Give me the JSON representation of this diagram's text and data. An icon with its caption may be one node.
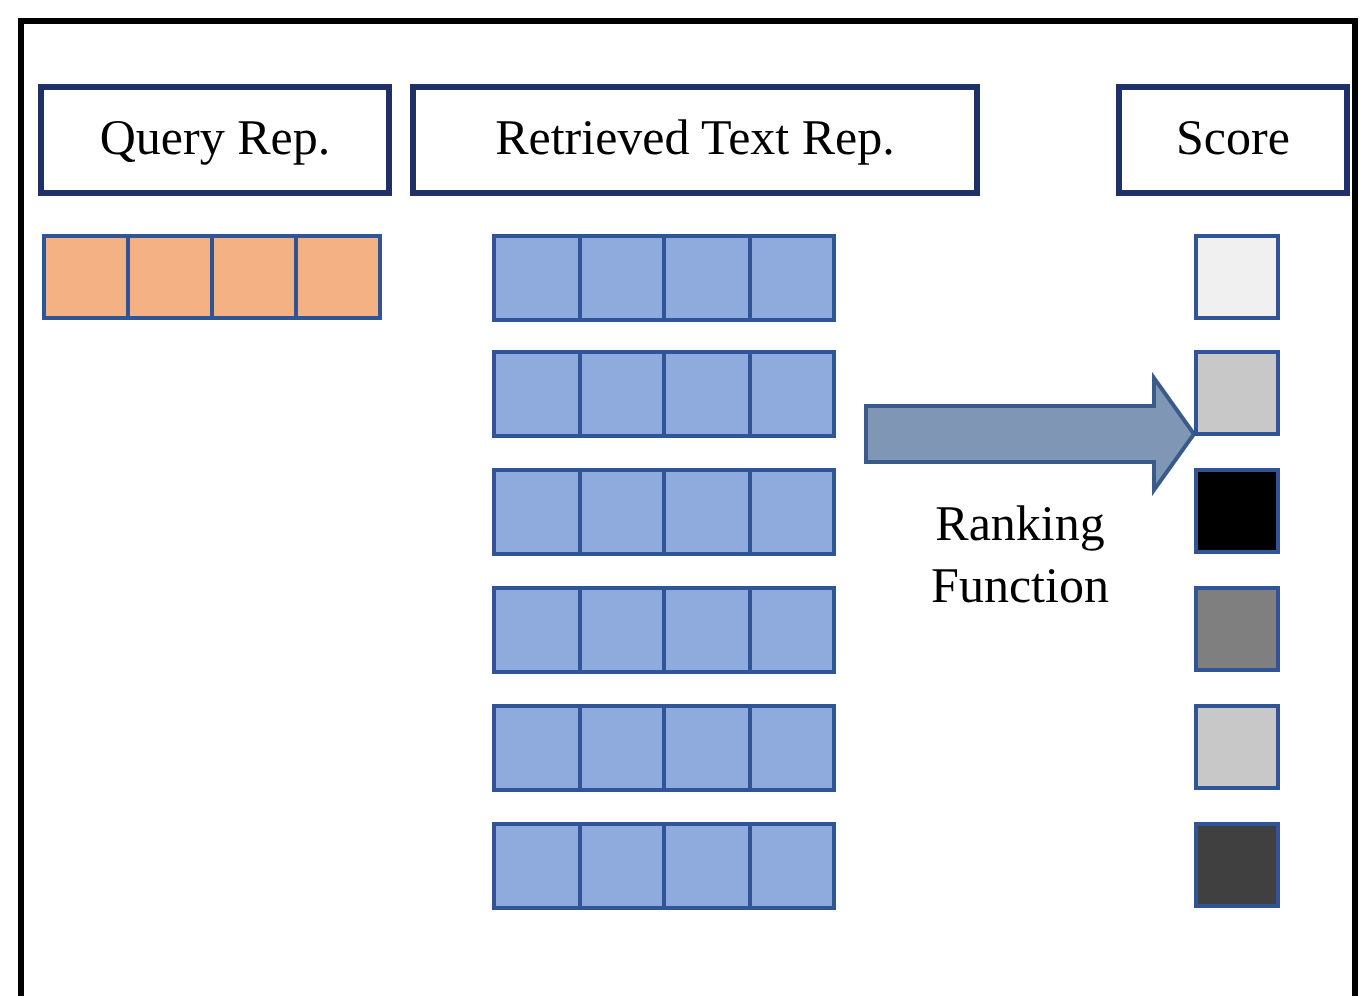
{
  "diagram": {
    "nodes": [
      {
        "text": [
          "Query Rep."
        ]
      },
      {
        "text": [
          "Retrieved Text Rep."
        ]
      },
      {
        "text": [
          "Score"
        ]
      },
      {
        "text": [],
        "shape": "bar"
      },
      {
        "text": [],
        "shape": "bar"
      },
      {
        "text": [],
        "shape": "bar"
      },
      {
        "text": [],
        "shape": "bar"
      },
      {
        "text": [],
        "shape": "bar"
      },
      {
        "text": [],
        "shape": "bar"
      },
      {
        "text": [],
        "shape": "bar"
      },
      {
        "text": [],
        "shape": "box"
      },
      {
        "text": [],
        "shape": "box"
      },
      {
        "text": [],
        "shape": "box"
      },
      {
        "text": [],
        "shape": "box"
      },
      {
        "text": [],
        "shape": "box"
      },
      {
        "text": [],
        "shape": "box"
      }
    ],
    "edges": [
      {
        "from": 5,
        "to": 11,
        "arrow": "to",
        "label": "Ranking Function",
        "style": "thick"
      }
    ]
  }
}
